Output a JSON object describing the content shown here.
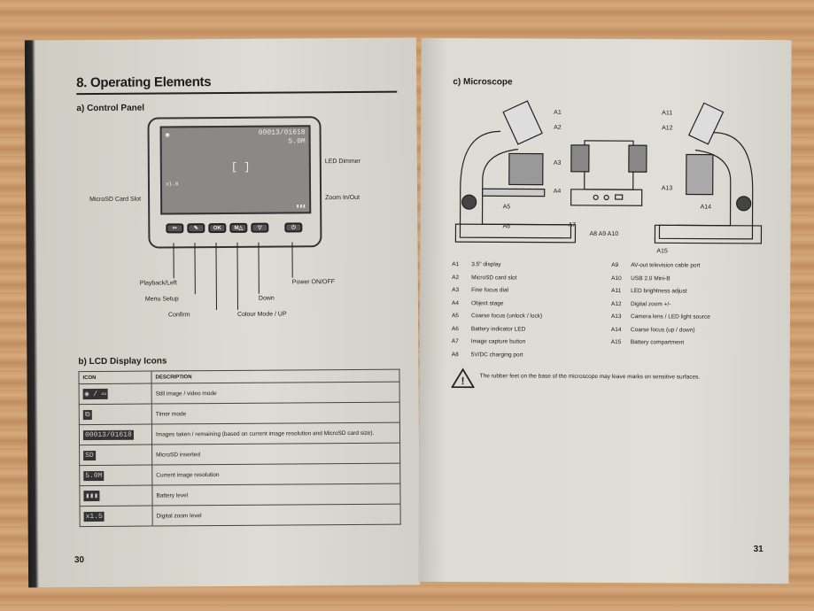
{
  "left_page": {
    "heading": "8.  Operating Elements",
    "section_a": "a) Control Panel",
    "lcd": {
      "counter": "00013/01618",
      "resolution": "5.0M",
      "zoom": "x1.0"
    },
    "buttons": [
      "✂",
      "✎",
      "OK",
      "M△",
      "▽",
      "⏻"
    ],
    "callouts": {
      "led_dimmer": "LED Dimmer",
      "zoom": "Zoom In/Out",
      "sd_slot": "MicroSD Card Slot",
      "playback": "Playback/Left",
      "menu": "Menu Setup",
      "confirm": "Confirm",
      "colour": "Colour Mode / UP",
      "down": "Down",
      "power": "Power ON/OFF"
    },
    "section_b": "b) LCD Display Icons",
    "table": {
      "headers": [
        "ICON",
        "DESCRIPTION"
      ],
      "rows": [
        {
          "icon": "◉ / ▭",
          "desc": "Still image / video mode"
        },
        {
          "icon": "⧉",
          "desc": "Timer mode"
        },
        {
          "icon": "00013/01618",
          "desc": "Images taken / remaining (based on current image resolution and MicroSD card size)."
        },
        {
          "icon": "SD",
          "desc": "MicroSD inserted"
        },
        {
          "icon": "5.0M",
          "desc": "Current image resolution"
        },
        {
          "icon": "▮▮▮",
          "desc": "Battery level"
        },
        {
          "icon": "x1.5",
          "desc": "Digital zoom level"
        }
      ]
    },
    "page_number": "30"
  },
  "right_page": {
    "section_c": "c) Microscope",
    "labels": [
      "A1",
      "A2",
      "A3",
      "A4",
      "A5",
      "A6",
      "A7",
      "A8 A9 A10",
      "A11",
      "A12",
      "A13",
      "A14",
      "A15"
    ],
    "items_left": [
      {
        "k": "A1",
        "v": "3.5\" display"
      },
      {
        "k": "A2",
        "v": "MicroSD card slot"
      },
      {
        "k": "A3",
        "v": "Fine focus dial"
      },
      {
        "k": "A4",
        "v": "Object stage"
      },
      {
        "k": "A5",
        "v": "Coarse focus (unlock / lock)"
      },
      {
        "k": "A6",
        "v": "Battery indicator LED"
      },
      {
        "k": "A7",
        "v": "Image capture button"
      },
      {
        "k": "A8",
        "v": "5V/DC charging port"
      }
    ],
    "items_right": [
      {
        "k": "A9",
        "v": "AV-out television cable port"
      },
      {
        "k": "A10",
        "v": "USB 2.0 Mini-B"
      },
      {
        "k": "A11",
        "v": "LED brightness adjust"
      },
      {
        "k": "A12",
        "v": "Digital zoom +/-"
      },
      {
        "k": "A13",
        "v": "Camera lens / LED light source"
      },
      {
        "k": "A14",
        "v": "Coarse focus (up / down)"
      },
      {
        "k": "A15",
        "v": "Battery compartment"
      }
    ],
    "warning": "The rubber feet on the base of the microscope may leave marks on sensitive surfaces.",
    "page_number": "31"
  }
}
